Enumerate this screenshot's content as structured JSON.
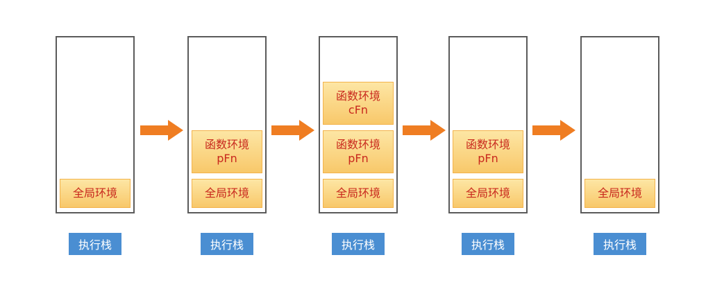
{
  "stacks": [
    {
      "label": "执行栈",
      "frames": [
        {
          "kind": "global",
          "text": "全局环境"
        }
      ]
    },
    {
      "label": "执行栈",
      "frames": [
        {
          "kind": "global",
          "text": "全局环境"
        },
        {
          "kind": "fn",
          "text": "函数环境",
          "name": "pFn"
        }
      ]
    },
    {
      "label": "执行栈",
      "frames": [
        {
          "kind": "global",
          "text": "全局环境"
        },
        {
          "kind": "fn",
          "text": "函数环境",
          "name": "pFn"
        },
        {
          "kind": "fn",
          "text": "函数环境",
          "name": "cFn"
        }
      ]
    },
    {
      "label": "执行栈",
      "frames": [
        {
          "kind": "global",
          "text": "全局环境"
        },
        {
          "kind": "fn",
          "text": "函数环境",
          "name": "pFn"
        }
      ]
    },
    {
      "label": "执行栈",
      "frames": [
        {
          "kind": "global",
          "text": "全局环境"
        }
      ]
    }
  ],
  "colors": {
    "frame_fill": "#f8c86a",
    "frame_text": "#c8281d",
    "label_fill": "#4a8ed2",
    "arrow_fill": "#ef7d22",
    "stack_border": "#5a5a5a"
  },
  "icons": {
    "transition": "right-arrow-icon"
  }
}
